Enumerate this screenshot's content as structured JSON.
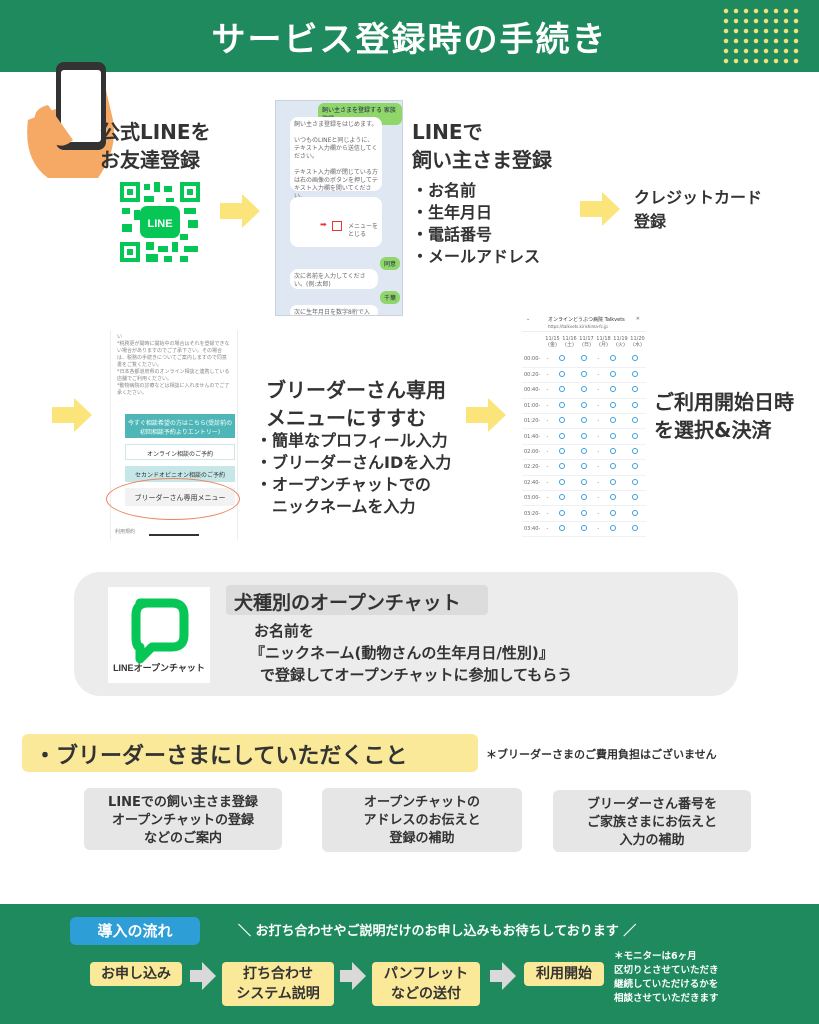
{
  "header": {
    "title": "サービス登録時の手続き"
  },
  "step1": {
    "line1": "公式LINEを",
    "line2": "お友達登録",
    "qr_text": "LINE"
  },
  "chat_shot": {
    "top_chip": "飼い主さまを登録する  家族登録",
    "msg1": "飼い主さま登録をはじめます。",
    "msg2": "いつものLINEと同じように、テキスト入力欄から送信してください。",
    "msg3": "テキスト入力欄が閉じている方は右の画像のボタンを押してテキスト入力欄を開いてください。",
    "menu_label": "メニューをとじる",
    "agree": "同意",
    "msg4": "次に名前を入力してください。(例:太郎)",
    "msg5": "次に生年月日を数字8桁で入力し",
    "small_chip": "千葉"
  },
  "step2": {
    "title1": "LINEで",
    "title2": "飼い主さま登録",
    "items": [
      "・お名前",
      "・生年月日",
      "・電話番号",
      "・メールアドレス"
    ]
  },
  "step3": {
    "line1": "クレジットカード",
    "line2": "登録"
  },
  "menu_shot": {
    "text": "い\n*税務更が開時に開始中の場合はそれを登録できない場合がありますのでご了承下さい。その場合は、税務の手続きについてご案内しますので同意書をご覧ください。\n*日本各都道府県のオンライン相談と連携している店舗でご利用ください。\n*動物病院の診療などは相談に入れませんのでご了承ください。",
    "btn1": "今すぐ相談希望の方はこちら(受診前の初回相談予約よりエントリー)",
    "btn2": "オンライン相談のご予約",
    "btn3": "セカンドオピニオン相談のご予約",
    "btn4": "ブリーダーさん専用メニュー",
    "foot": "利用規約"
  },
  "step4": {
    "title1": "ブリーダーさん専用",
    "title2": "メニューにすすむ",
    "items": [
      "・簡単なプロフィール入力",
      "・ブリーダーさんIDを入力",
      "・オープンチャットでの",
      "　ニックネームを入力"
    ]
  },
  "cal_shot": {
    "title": "オンラインどうぶつ病院 Talkvets",
    "url": "https://talkvets.kirishima-fc.jp",
    "dates": [
      "11/15",
      "11/16",
      "11/17",
      "11/18",
      "11/19",
      "11/20"
    ],
    "days": [
      "(金)",
      "(土)",
      "(日)",
      "(月)",
      "(火)",
      "(水)"
    ],
    "times": [
      "00:00-",
      "00:20-",
      "00:40-",
      "01:00-",
      "01:20-",
      "01:40-",
      "02:00-",
      "02:20-",
      "02:40-",
      "03:00-",
      "03:20-",
      "03:40-"
    ]
  },
  "step5": {
    "line1": "ご利用開始日時",
    "line2": "を選択&決済"
  },
  "openchat": {
    "logo_text": "LINEオープンチャット",
    "heading": "犬種別のオープンチャット",
    "line1": "お名前を",
    "line2": "『ニックネーム(動物さんの生年月日/性別)』",
    "line3": "で登録してオープンチャットに参加してもらう"
  },
  "breeder": {
    "heading": "・ブリーダーさまにしていただくこと",
    "note": "＊ブリーダーさまのご費用負担はございません",
    "cards": [
      [
        "LINEでの飼い主さま登録",
        "オープンチャットの登録",
        "などのご案内"
      ],
      [
        "オープンチャットの",
        "アドレスのお伝えと",
        "登録の補助"
      ],
      [
        "ブリーダーさん番号を",
        "ご家族さまにお伝えと",
        "入力の補助"
      ]
    ]
  },
  "footer": {
    "tag": "導入の流れ",
    "note": "＼ お打ち合わせやご説明だけのお申し込みもお待ちしております ／",
    "steps": [
      [
        "お申し込み"
      ],
      [
        "打ち合わせ",
        "システム説明"
      ],
      [
        "パンフレット",
        "などの送付"
      ],
      [
        "利用開始"
      ]
    ],
    "monitor": [
      "＊モニターは6ヶ月",
      "区切りとさせていただき",
      "継続していただけるかを",
      "相談させていただきます"
    ]
  },
  "colors": {
    "brand_green": "#1e8a5e",
    "accent_yellow": "#fbe99a",
    "arrow_yellow": "#fbe47a",
    "line_green": "#06c755"
  }
}
